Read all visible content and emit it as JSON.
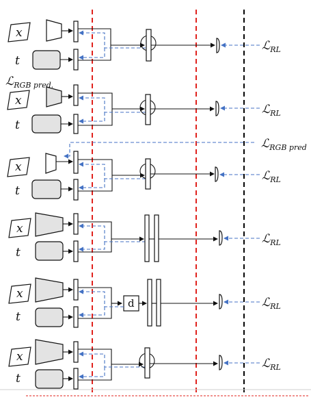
{
  "labels": {
    "x": "x",
    "t": "t",
    "loss_symbol": "ℒ",
    "rl_subscript": "RL",
    "rgb_pred_row2": "RGB pred.",
    "rgb_pred_row3": "RGB pred",
    "d": "d"
  },
  "rows": [
    {
      "id": 1,
      "encoder": "small",
      "fusion": "circle",
      "extra_loss": null
    },
    {
      "id": 2,
      "encoder": "small-grey",
      "fusion": "circle",
      "extra_loss": "rgb_pred_row2"
    },
    {
      "id": 3,
      "encoder": "small",
      "fusion": "circle",
      "extra_loss": "rgb_pred_row3"
    },
    {
      "id": 4,
      "encoder": "large",
      "fusion": "double-bar",
      "extra_loss": null
    },
    {
      "id": 5,
      "encoder": "large",
      "fusion": "d-double-bar",
      "extra_loss": null
    },
    {
      "id": 6,
      "encoder": "large",
      "fusion": "circle",
      "extra_loss": null
    }
  ],
  "colors": {
    "red_dashed": "#e0201b",
    "black_dashed": "#000000",
    "blue_dashed": "#4472c4",
    "grey_fill": "#e3e3e3"
  }
}
